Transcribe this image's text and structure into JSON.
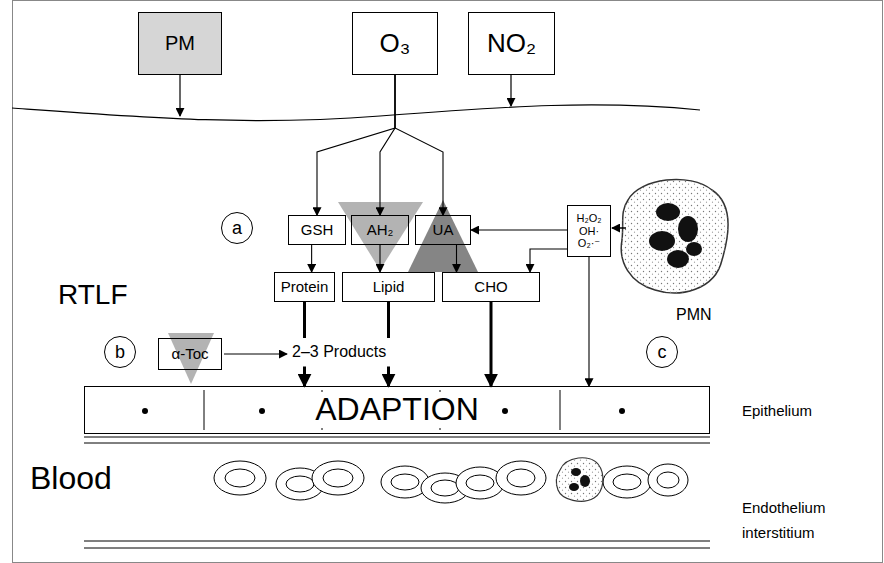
{
  "diagram": {
    "nodes": [
      {
        "text": [
          "PM"
        ]
      },
      {
        "text": [
          "O₃"
        ]
      },
      {
        "text": [
          "NO₂"
        ]
      },
      {
        "text": [
          "a"
        ]
      },
      {
        "text": [
          "GSH"
        ]
      },
      {
        "text": [
          "AH₂"
        ]
      },
      {
        "text": [
          "UA"
        ]
      },
      {
        "text": [
          "H₂O₂ OH· O₂·⁻"
        ]
      },
      {
        "text": [
          "Protein"
        ]
      },
      {
        "text": [
          "Lipid"
        ]
      },
      {
        "text": [
          "CHO"
        ]
      },
      {
        "text": [
          "b"
        ]
      },
      {
        "text": [
          "α-Toc"
        ]
      },
      {
        "text": [
          "c"
        ]
      },
      {
        "text": [
          "ADAPTION"
        ]
      }
    ],
    "edges": [
      {
        "from": 1,
        "to": 4,
        "arrow": "to"
      },
      {
        "from": 1,
        "to": 5,
        "arrow": "to"
      },
      {
        "from": 1,
        "to": 6,
        "arrow": "to"
      },
      {
        "from": 4,
        "to": 8,
        "arrow": "to"
      },
      {
        "from": 5,
        "to": 9,
        "arrow": "to"
      },
      {
        "from": 6,
        "to": 10,
        "arrow": "to"
      },
      {
        "from": 7,
        "to": 6,
        "arrow": "to"
      },
      {
        "from": 7,
        "to": 10,
        "arrow": "to"
      },
      {
        "from": 7,
        "to": 14,
        "arrow": "to"
      },
      {
        "from": 8,
        "to": 14,
        "arrow": "to"
      },
      {
        "from": 9,
        "to": 14,
        "arrow": "to"
      },
      {
        "from": 10,
        "to": 14,
        "arrow": "to"
      }
    ],
    "labels": [
      "RTLF",
      "2–3 Products",
      "PMN",
      "Epithelium",
      "Blood",
      "Endothelium interstitium"
    ]
  }
}
